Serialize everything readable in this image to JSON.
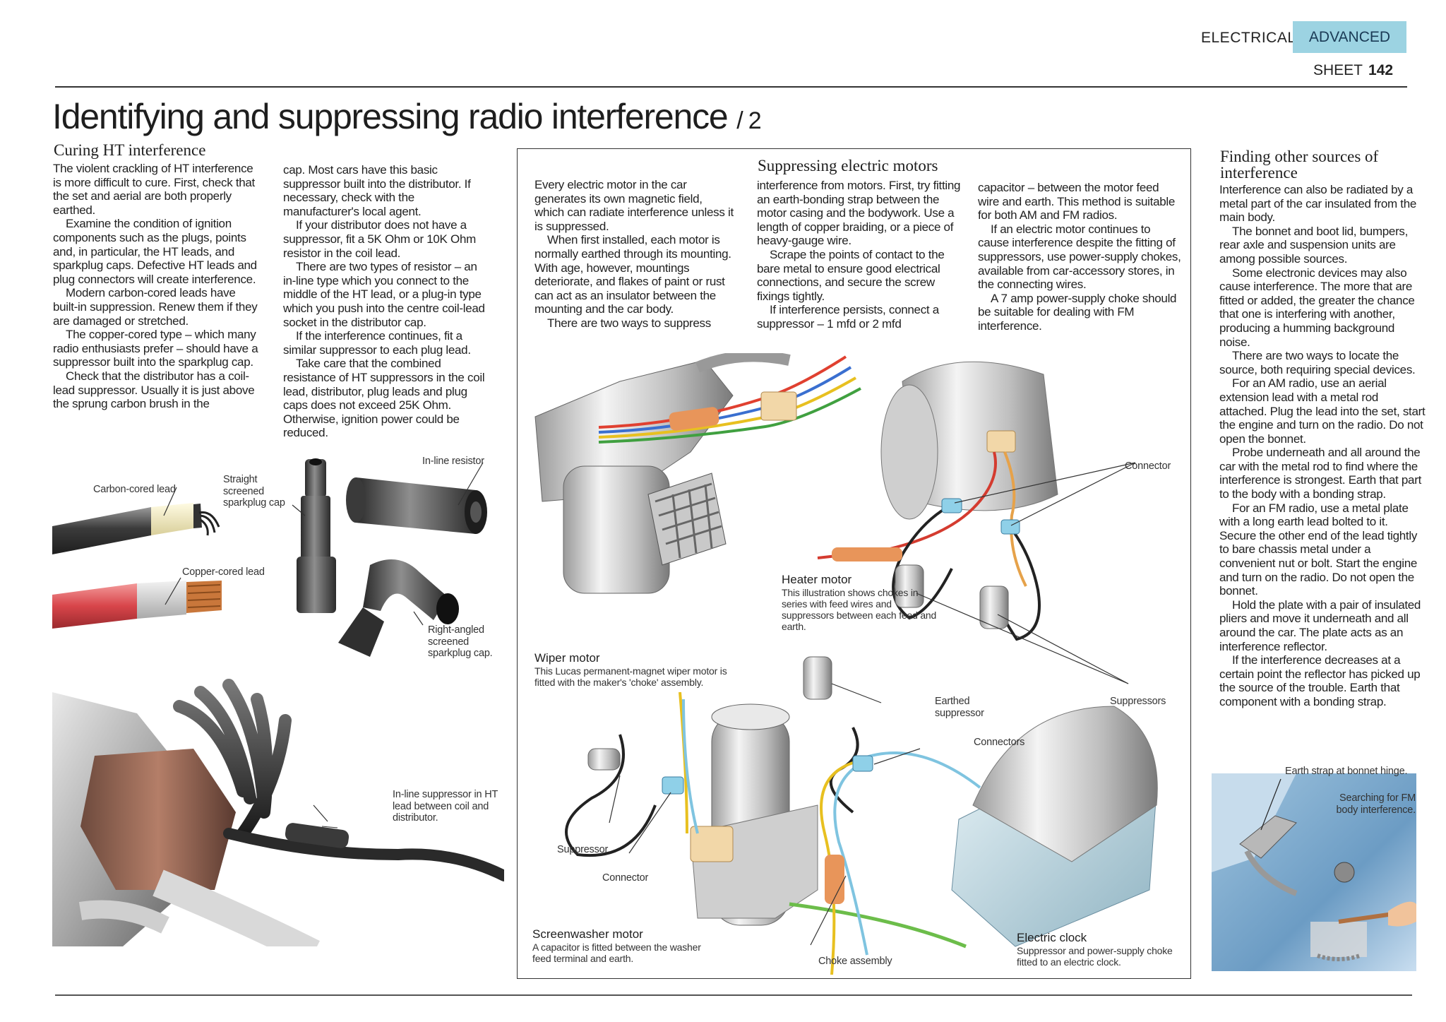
{
  "header": {
    "category": "ELECTRICAL",
    "level": "ADVANCED",
    "sheet_label": "SHEET",
    "sheet_number": "142"
  },
  "page_title": {
    "main": "Identifying and suppressing radio interference",
    "separator": "/ 2"
  },
  "curing_ht": {
    "heading": "Curing HT interference",
    "col1": [
      "The violent crackling of HT interference is more difficult to cure. First, check that the set and aerial are both properly earthed.",
      "Examine the condition of ignition components such as the plugs, points and, in particular, the HT leads, and sparkplug caps. Defective HT leads and plug connectors will create interference.",
      "Modern carbon-cored leads have built-in suppression. Renew them if they are damaged or stretched.",
      "The copper-cored type – which many radio enthusiasts prefer – should have a suppressor built into the sparkplug cap.",
      "Check that the distributor has a coil-lead suppressor. Usually it is just above the sprung carbon brush in the"
    ],
    "col2": [
      "cap. Most cars have this basic suppressor built into the distributor. If necessary, check with the manufacturer's local agent.",
      "If your distributor does not have a suppressor, fit a 5K Ohm or 10K Ohm resistor in the coil lead.",
      "There are two types of resistor – an in-line type which you connect to the middle of the HT lead, or a plug-in type which you push into the centre coil-lead socket in the distributor cap.",
      "If the interference continues, fit a similar suppressor to each plug lead.",
      "Take care that the combined resistance of HT suppressors in the coil lead, distributor, plug leads and plug caps does not exceed 25K Ohm. Otherwise, ignition power could be reduced."
    ]
  },
  "ht_labels": {
    "carbon_cored": "Carbon-cored lead",
    "straight_cap": "Straight screened sparkplug cap",
    "inline_resistor": "In-line resistor",
    "copper_cored": "Copper-cored lead",
    "right_angled": "Right-angled screened sparkplug cap.",
    "inline_suppressor": "In-line suppressor in HT lead between coil and distributor."
  },
  "motors": {
    "heading": "Suppressing electric motors",
    "col1": [
      "Every electric motor in the car generates its own magnetic field, which can radiate interference unless it is suppressed.",
      "When first installed, each motor is normally earthed through its mounting. With age, however, mountings deteriorate, and flakes of paint or rust can act as an insulator between the mounting and the car body.",
      "There are two ways to suppress"
    ],
    "col2": [
      "interference from motors. First, try fitting an earth-bonding strap between the motor casing and the bodywork. Use a length of copper braiding, or a piece of heavy-gauge wire.",
      "Scrape the points of contact to the bare metal to ensure good electrical connections, and secure the screw fixings tightly.",
      "If interference persists, connect a suppressor – 1 mfd or 2 mfd"
    ],
    "col3": [
      "capacitor – between the motor feed wire and earth. This method is suitable for both AM and FM radios.",
      "If an electric motor continues to cause interference despite the fitting of suppressors, use power-supply chokes, available from car-accessory stores, in the connecting wires.",
      "A 7 amp power-supply choke should be suitable for dealing with FM interference."
    ]
  },
  "motor_captions": {
    "wiper_title": "Wiper motor",
    "wiper_text": "This Lucas permanent-magnet wiper motor is fitted with the maker's 'choke' assembly.",
    "heater_title": "Heater motor",
    "heater_text": "This illustration shows chokes in series with feed wires and suppressors between each feed and earth.",
    "washer_title": "Screenwasher motor",
    "washer_text": "A capacitor is fitted between the washer feed terminal and earth.",
    "clock_title": "Electric clock",
    "clock_text": "Suppressor and power-supply choke fitted to an electric clock."
  },
  "motor_labels": {
    "connector": "Connector",
    "suppressors": "Suppressors",
    "earthed_suppressor": "Earthed suppressor",
    "connectors": "Connectors",
    "suppressor": "Suppressor",
    "washer_connector": "Connector",
    "choke_assembly": "Choke assembly"
  },
  "other_sources": {
    "heading": "Finding other sources of interference",
    "paragraphs": [
      "Interference can also be radiated by a metal part of the car insulated from the main body.",
      "The bonnet and boot lid, bumpers, rear axle and suspension units are among possible sources.",
      "Some electronic devices may also cause interference. The more that are fitted or added, the greater the chance that one is interfering with another, producing a humming background noise.",
      "There are two ways to locate the source, both requiring special devices.",
      "For an AM radio, use an aerial extension lead with a metal rod attached. Plug the lead into the set, start the engine and turn on the radio. Do not open the bonnet.",
      "Probe underneath and all around the car with the metal rod to find where the interference is strongest. Earth that part to the body with a bonding strap.",
      "For an FM radio, use a metal plate with a long earth lead bolted to it. Secure the other end of the lead tightly to bare chassis metal under a convenient nut or bolt. Start the engine and turn on the radio. Do not open the bonnet.",
      "Hold the plate with a pair of insulated pliers and move it underneath and all around the car. The plate acts as an interference reflector.",
      "If the interference decreases at a certain point the reflector has picked up the source of the trouble. Earth that component with a bonding strap."
    ],
    "labels": {
      "earth_strap": "Earth strap at bonnet hinge.",
      "searching_fm": "Searching for FM body interference."
    }
  }
}
